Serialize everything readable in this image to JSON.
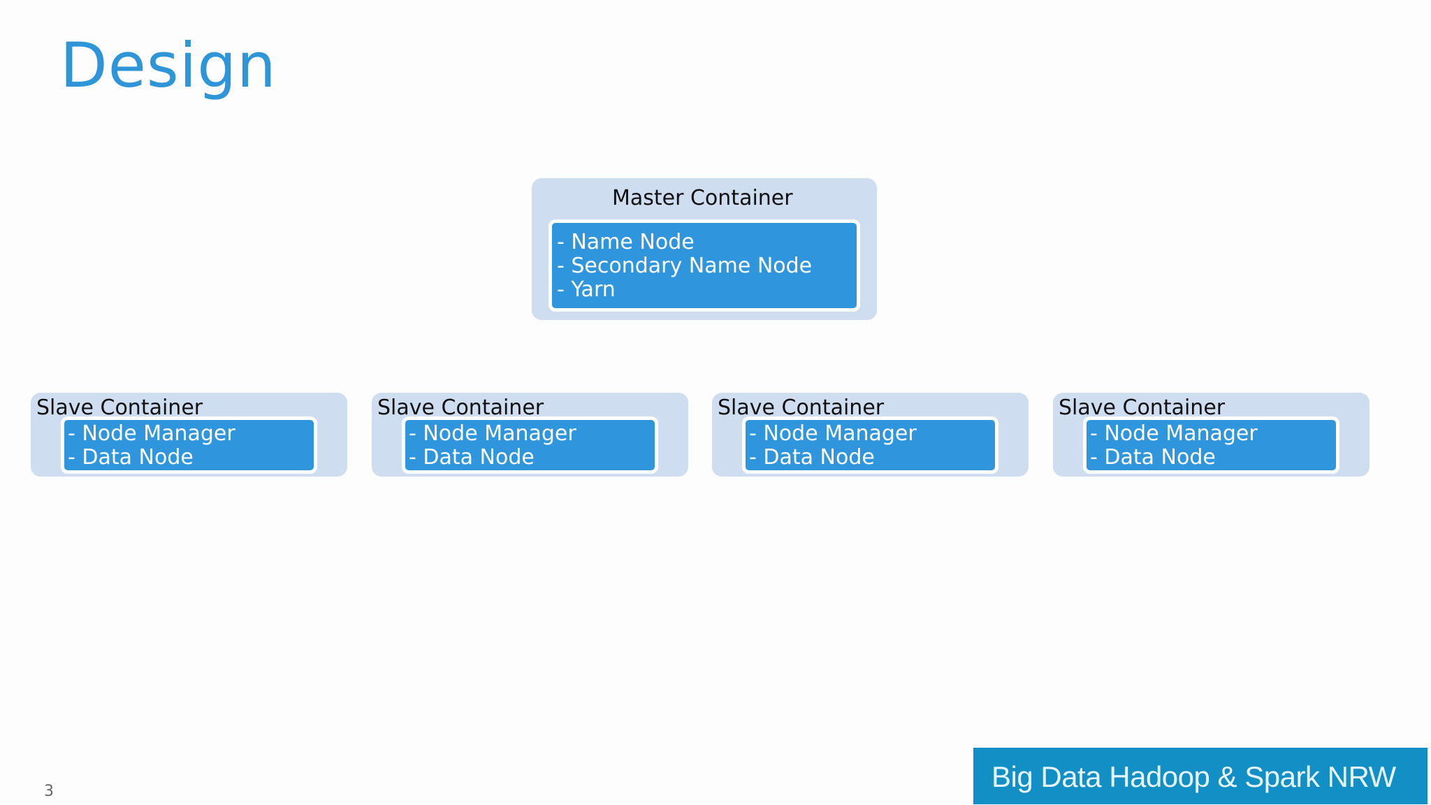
{
  "slide": {
    "title": "Design",
    "page_number": "3"
  },
  "master": {
    "label": "Master Container",
    "items": [
      "- Name Node",
      "- Secondary Name Node",
      "- Yarn"
    ]
  },
  "slaves": [
    {
      "label": "Slave Container",
      "items": [
        "- Node Manager",
        "- Data Node"
      ]
    },
    {
      "label": "Slave Container",
      "items": [
        "- Node Manager",
        "- Data Node"
      ]
    },
    {
      "label": "Slave Container",
      "items": [
        "- Node Manager",
        "- Data Node"
      ]
    },
    {
      "label": "Slave Container",
      "items": [
        "- Node Manager",
        "- Data Node"
      ]
    }
  ],
  "branding": {
    "logo_text": "Big Data Hadoop & Spark NRW"
  },
  "colors": {
    "title": "#2f95d9",
    "container_bg": "#cfddf0",
    "inner_bg": "#2f95dc",
    "banner_bg": "#1290c6"
  }
}
